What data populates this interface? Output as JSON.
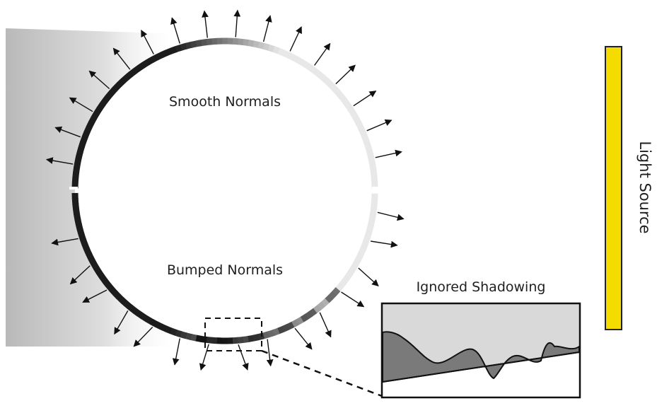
{
  "labels": {
    "smooth": "Smooth Normals",
    "bumped": "Bumped Normals",
    "inset": "Ignored Shadowing",
    "light": "Light Source"
  },
  "colors": {
    "shadow_side": "#1c1c1c",
    "lit_side": "#e6e6e6",
    "light_source": "#f5dc00",
    "inset_fill_light": "#d9d9d9",
    "inset_fill_dark": "#7a7a7a"
  },
  "icons": {
    "normal_arrow": "arrow-icon",
    "zoom_box": "dashed-rectangle"
  }
}
